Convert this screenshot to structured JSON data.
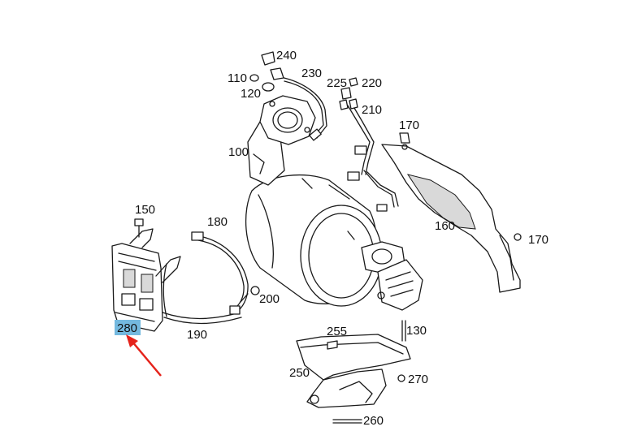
{
  "diagram": {
    "highlight_color": "#74b9df",
    "arrow_color": "#e5231b",
    "highlighted_part": "280",
    "labels": {
      "l240": "240",
      "l230": "230",
      "l110": "110",
      "l120": "120",
      "l225": "225",
      "l220": "220",
      "l210": "210",
      "l170a": "170",
      "l100": "100",
      "l150": "150",
      "l180": "180",
      "l160": "160",
      "l170b": "170",
      "l200": "200",
      "l280": "280",
      "l190": "190",
      "l255": "255",
      "l130": "130",
      "l250": "250",
      "l270": "270",
      "l260": "260"
    }
  }
}
